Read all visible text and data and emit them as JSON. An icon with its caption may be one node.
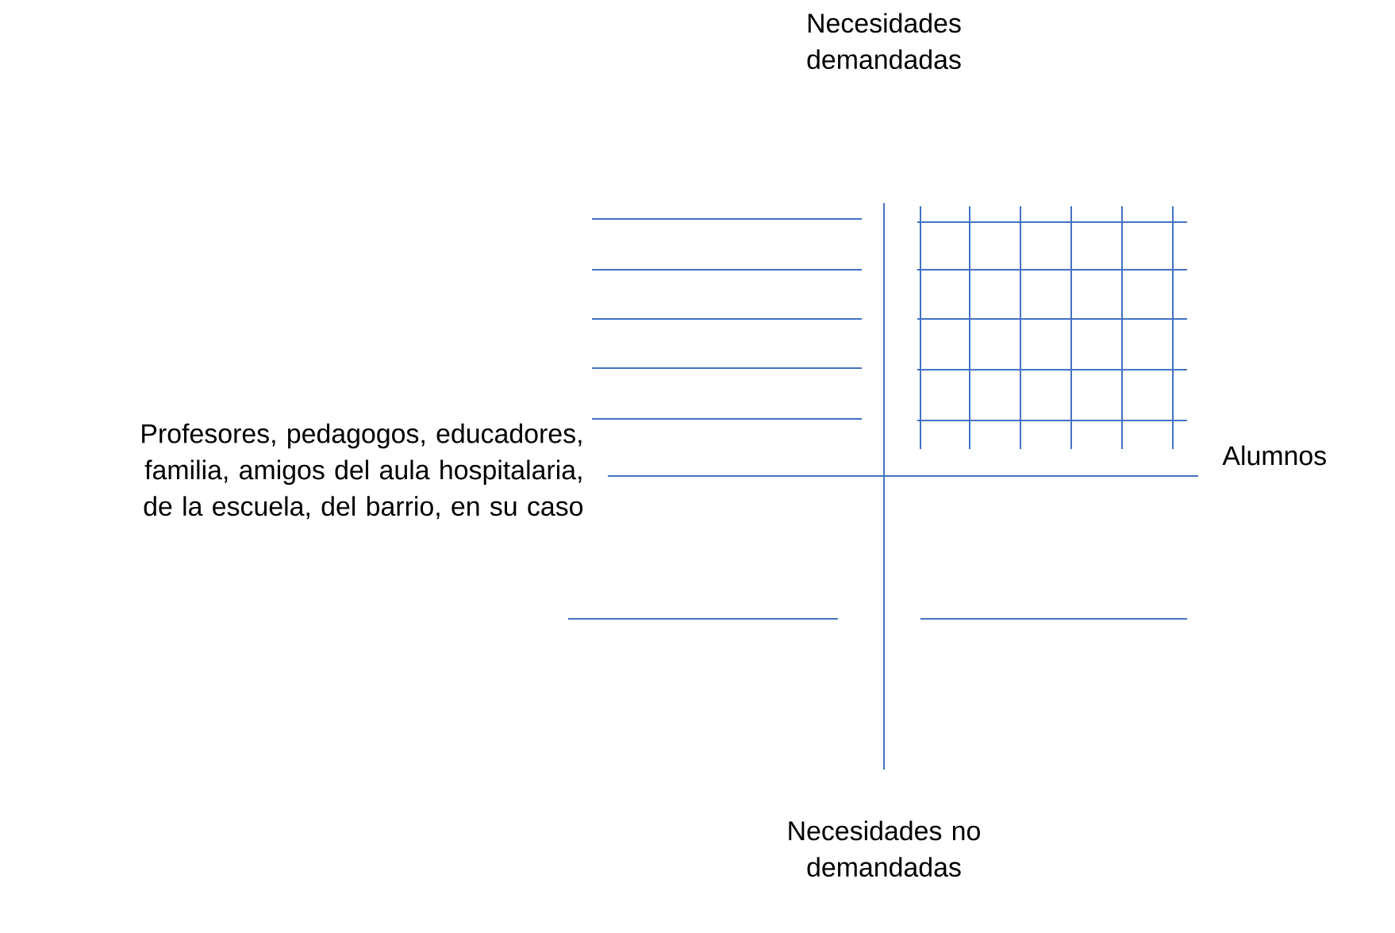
{
  "diagram": {
    "labels": [
      "Necesidades demandadas",
      "Profesores, pedagogos, educadores, familia, amigos del aula hospitalaria, de la escuela, del barrio, en su caso",
      "Alumnos",
      "Necesidades no demandadas"
    ]
  }
}
